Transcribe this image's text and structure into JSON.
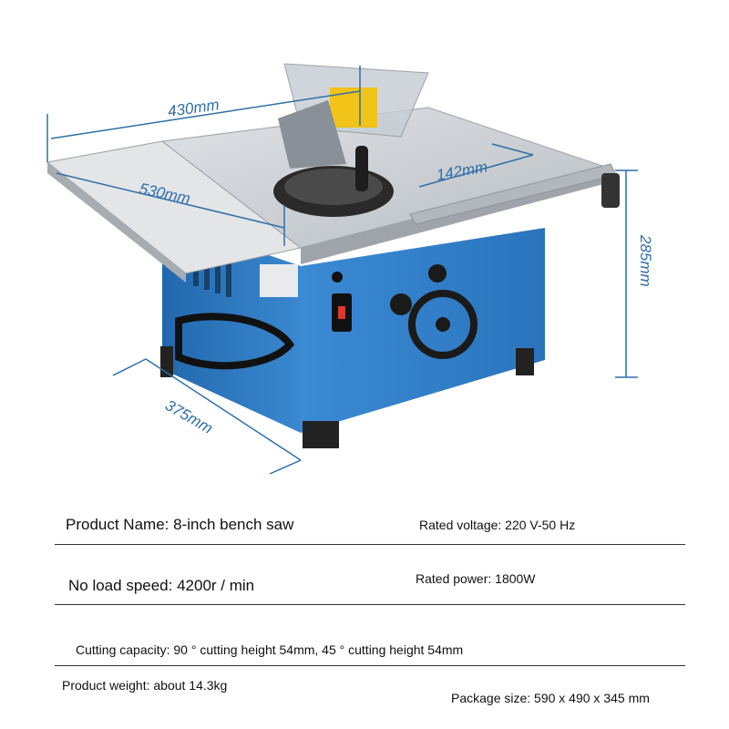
{
  "dimensions": {
    "width": "430mm",
    "length": "530mm",
    "rail": "142mm",
    "height": "285mm",
    "depth": "375mm"
  },
  "specs": {
    "product_name": "Product Name: 8-inch bench saw",
    "rated_voltage": "Rated voltage: 220 V-50 Hz",
    "no_load_speed": "No load speed: 4200r / min",
    "rated_power": "Rated power: 1800W",
    "cutting_capacity": "Cutting capacity: 90 ° cutting height 54mm, 45 ° cutting height 54mm",
    "product_weight": "Product weight: about 14.3kg",
    "package_size": "Package size: 590 x 490 x 345 mm"
  },
  "colors": {
    "body_blue": "#2f7fc8",
    "table_silver": "#c9cdd1",
    "dimension_line": "#2e6fa8"
  }
}
